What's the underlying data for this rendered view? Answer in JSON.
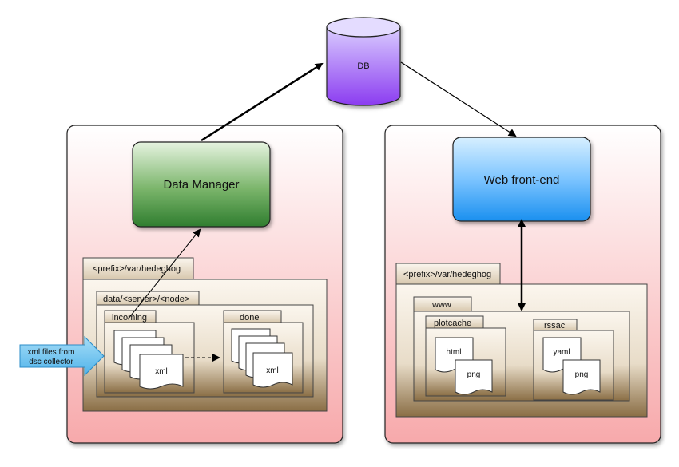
{
  "db": {
    "label": "DB"
  },
  "left_server": {
    "data_manager": "Data Manager",
    "prefix_folder": "<prefix>/var/hedeghog",
    "node_folder": "data/<server>/<node>",
    "incoming_folder": "incoming",
    "done_folder": "done",
    "incoming_file": "xml",
    "done_file": "xml",
    "input_arrow": {
      "line1": "xml files from",
      "line2": "dsc collector"
    }
  },
  "right_server": {
    "web_frontend": "Web front-end",
    "prefix_folder": "<prefix>/var/hedeghog",
    "www_folder": "www",
    "plotcache_folder": "plotcache",
    "rssac_folder": "rssac",
    "plotcache_file1": "html",
    "plotcache_file2": "png",
    "rssac_file1": "yaml",
    "rssac_file2": "png"
  },
  "colors": {
    "server_gradient_top": "#ffffff",
    "server_gradient_bottom": "#f7a9ab",
    "data_manager_top": "#e6f3e0",
    "data_manager_bottom": "#2f7d2f",
    "web_top": "#d7efff",
    "web_bottom": "#1a8fef",
    "db_top": "#d9ccff",
    "db_bottom": "#8b3cf0",
    "folder_top": "#fbf6ee",
    "folder_bottom": "#8a6e45",
    "input_arrow": "#6cc4f0"
  }
}
